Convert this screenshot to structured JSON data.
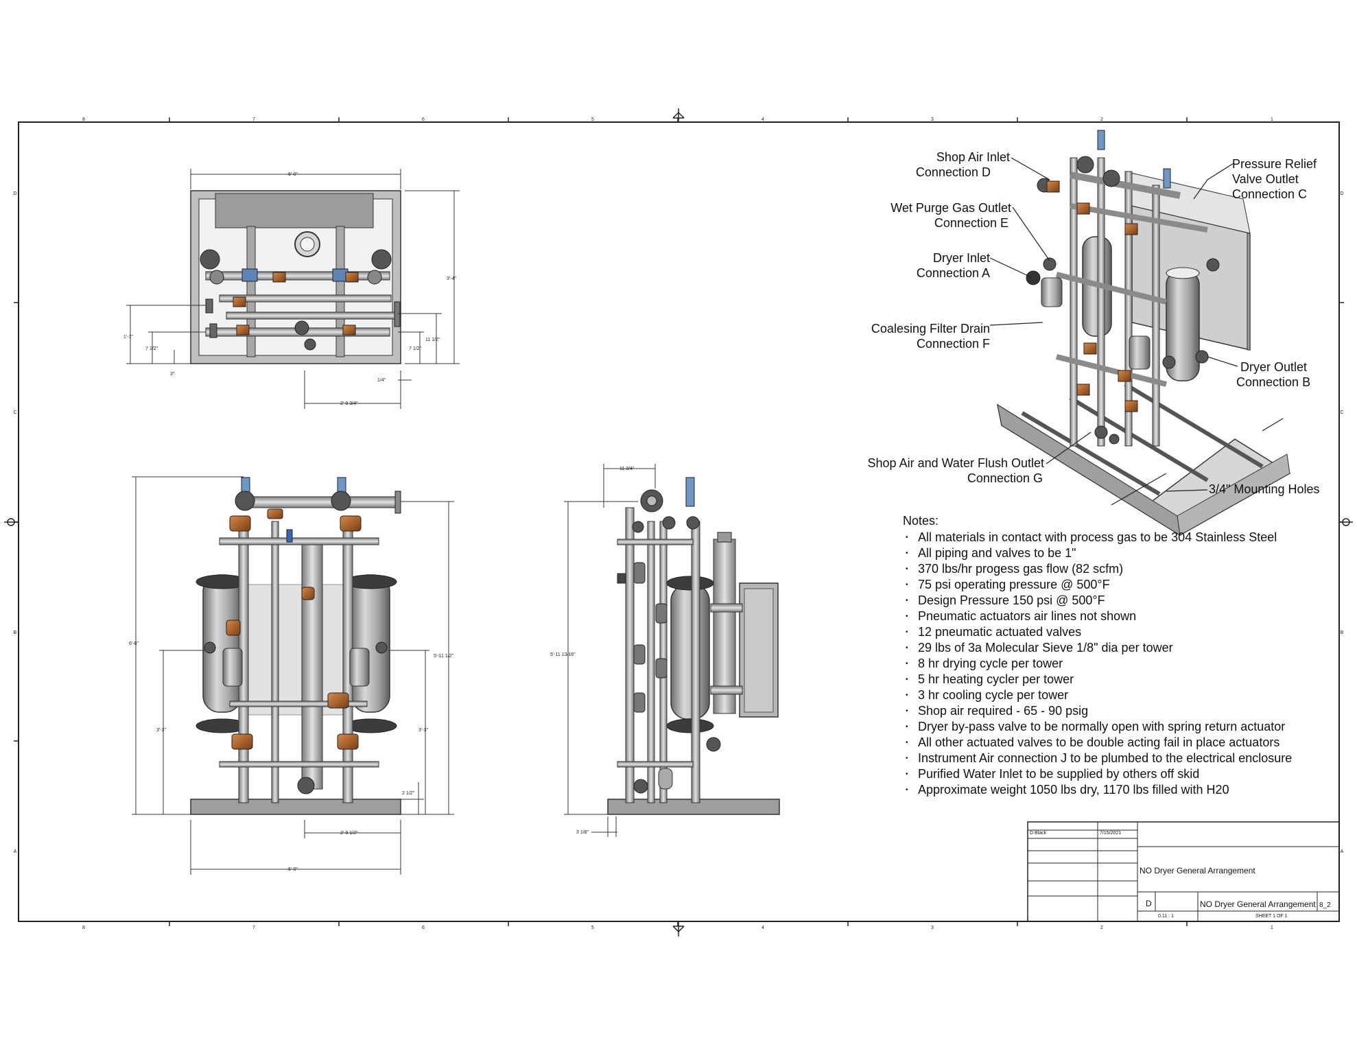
{
  "callouts": {
    "shop_air_inlet": [
      "Shop Air Inlet",
      "Connection D"
    ],
    "wet_purge": [
      "Wet Purge Gas Outlet",
      "Connection E"
    ],
    "dryer_inlet": [
      "Dryer Inlet",
      "Connection A"
    ],
    "coalescing": [
      "Coalesing Filter Drain",
      "Connection F"
    ],
    "shop_air_water": [
      "Shop Air and Water Flush Outlet",
      "Connection G"
    ],
    "pressure_relief": [
      "Pressure Relief",
      "Valve Outlet",
      "Connection C"
    ],
    "dryer_outlet": [
      "Dryer Outlet",
      "Connection B"
    ],
    "mounting_holes": "3/4\" Mounting Holes"
  },
  "notes": {
    "heading": "Notes:",
    "items": [
      "All materials in contact with process gas to be 304 Stainless Steel",
      "All piping and valves to be 1\"",
      "370 lbs/hr progess gas flow (82 scfm)",
      "75 psi operating pressure @ 500°F",
      "Design Pressure 150 psi @ 500°F",
      "Pneumatic actuators air lines not shown",
      "12 pneumatic actuated valves",
      "29 lbs of 3a Molecular Sieve 1/8\" dia per tower",
      "8 hr drying cycle per tower",
      "5 hr heating cycler per tower",
      "3 hr cooling cycle per tower",
      "Shop air required - 65 - 90 psig",
      "Dryer by-pass valve to be normally open with spring return actuator",
      "All other actuated valves to be double acting fail in place actuators",
      "Instrument Air connection J to be plumbed to the electrical enclosure",
      "Purified Water Inlet to be supplied by others off skid",
      "Approximate weight 1050 lbs dry, 1170 lbs filled with H20"
    ]
  },
  "title_block": {
    "drawn_by": "D Black",
    "date": "7/15/2021",
    "title": "NO Dryer General Arrangement",
    "size": "D",
    "dwg_no": "NO Dryer General Arrangement",
    "dwg_no_suffix": "8_2",
    "scale": "0.11 : 1",
    "sheet": "SHEET 1 OF 1"
  },
  "border": {
    "col_top": [
      "8",
      "7",
      "6",
      "5",
      "4",
      "3",
      "2",
      "1"
    ],
    "row_side": [
      "D",
      "C",
      "B",
      "A"
    ]
  },
  "dims": {
    "top_width": "6'-0\"",
    "top_height": "3'-4\"",
    "top_left_a": "1'-7\"",
    "top_left_b": "7 1/2\"",
    "top_left_c": "3\"",
    "top_right_a": "11 1/2\"",
    "top_right_b": "7 1/2\"",
    "top_small": "1/4\"",
    "top_bottom": "2'-9 3/4\"",
    "front_left_h": "6'-8\"",
    "front_right_h": "5'-11 1/2\"",
    "front_left_h2": "3'-3\"",
    "front_right_h2": "3'-3\"",
    "front_base": "2 1/2\"",
    "front_bottom_a": "2'-9 1/2\"",
    "front_bottom_b": "6'-0\"",
    "side_top": "11 3/4\"",
    "side_h": "5'-11 13/16\"",
    "side_bottom": "3 1/8\""
  },
  "colors": {
    "steel": "#a9a9a9",
    "dark_steel": "#4a4a4a",
    "brass": "#b5651d",
    "blue_valve": "#6e98c8"
  }
}
